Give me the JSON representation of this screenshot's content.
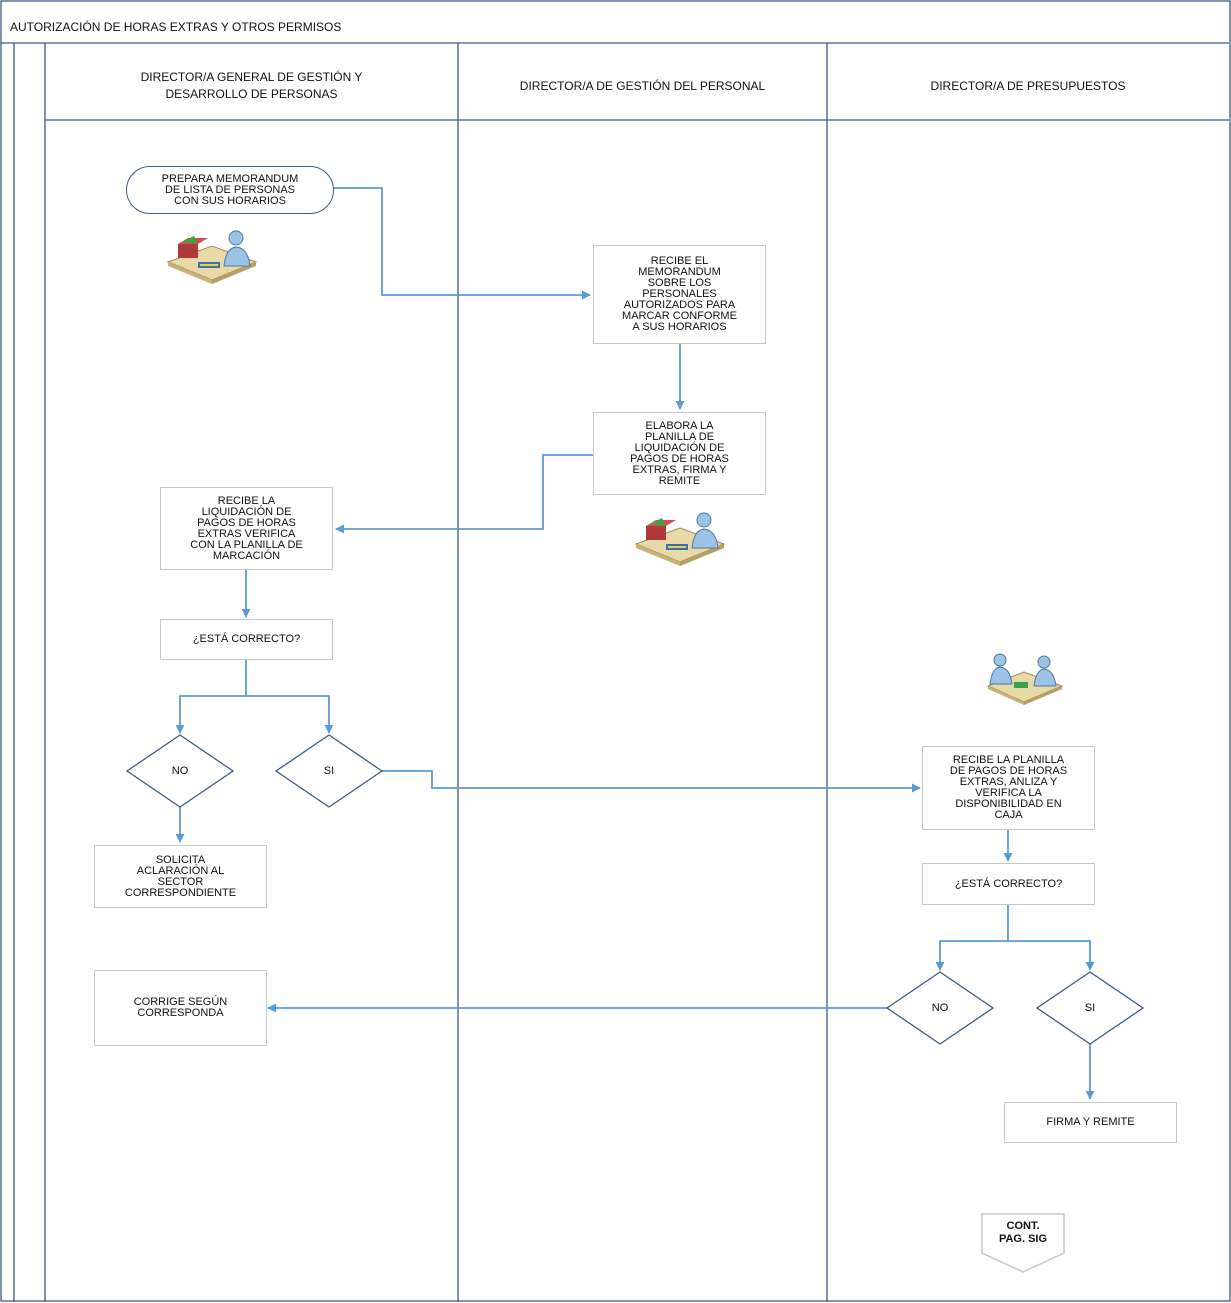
{
  "diagram": {
    "title": "AUTORIZACIÓN DE HORAS EXTRAS Y OTROS PERMISOS",
    "lanes": [
      {
        "id": "dggdp",
        "title": "DIRECTOR/A GENERAL DE GESTIÓN Y\nDESARROLLO DE PERSONAS"
      },
      {
        "id": "dgp",
        "title": "DIRECTOR/A DE GESTIÓN DEL PERSONAL"
      },
      {
        "id": "dpres",
        "title": "DIRECTOR/A DE PRESUPUESTOS"
      }
    ],
    "nodes": {
      "start": "PREPARA MEMORANDUM\nDE LISTA DE PERSONAS\nCON SUS HORARIOS",
      "recibe_memo": "RECIBE EL\nMEMORANDUM\nSOBRE LOS\nPERSONALES\nAUTORIZADOS PARA\nMARCAR CONFORME\nA SUS HORARIOS",
      "elabora": "ELABORA LA\nPLANILLA DE\nLIQUIDACIÓN DE\nPAGOS DE HORAS\nEXTRAS, FIRMA Y\nREMITE",
      "recibe_liq": "RECIBE LA\nLIQUIDACIÓN DE\nPAGOS DE HORAS\nEXTRAS VERIFICA\nCON LA PLANILLA DE\nMARCACIÓN",
      "q1": "¿ESTÁ CORRECTO?",
      "no1": "NO",
      "si1": "SI",
      "solicita": "SOLICITA\nACLARACIÓN AL\nSECTOR\nCORRESPONDIENTE",
      "corrige": "CORRIGE SEGÚN\nCORRESPONDA",
      "recibe_planilla": "RECIBE LA PLANILLA\nDE PAGOS DE HORAS\nEXTRAS, ANLIZA Y\nVERIFICA LA\nDISPONIBILIDAD EN\nCAJA",
      "q2": "¿ESTÁ CORRECTO?",
      "no2": "NO",
      "si2": "SI",
      "firma": "FIRMA Y REMITE",
      "cont": "CONT.\nPAG. SIG"
    },
    "icons": [
      "worker-at-desk-icon",
      "worker-at-desk-icon",
      "meeting-icon"
    ],
    "colors": {
      "connector": "#5b9bd5",
      "frame": "#3b5b84",
      "box_border": "#c8c8c8"
    }
  }
}
